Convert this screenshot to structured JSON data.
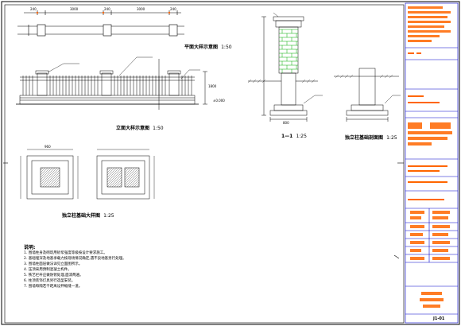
{
  "titles": {
    "plan": "平面大样示意图",
    "plan_scale": "1:50",
    "elevation": "立面大样示意图",
    "elevation_scale": "1:50",
    "section": "1—1",
    "section_scale": "1:25",
    "foundation": "独立柱基础剖面图",
    "foundation_scale": "1:25",
    "pier_plan": "独立柱基础大样图",
    "pier_plan_scale": "1:25"
  },
  "dims": {
    "plan": [
      "240",
      "3000",
      "240",
      "3000",
      "240"
    ],
    "elev_h": "1800",
    "elev_grade": "±0.000",
    "section_w": "800",
    "pier_w": "960"
  },
  "notes": {
    "heading": "说明:",
    "items": [
      "1. 围墙柱身及砌筑用砂浆强度等级按设计要求施工。",
      "2. 基础埋深及地基承载力按现场情况确定,遇不良地基另行处理。",
      "3. 围墙柱面层做法详见立面图所示。",
      "4. 压顶采用预制混凝土构件。",
      "5. 铁艺栏杆应做防锈处理,面漆两遍。",
      "6. 柱顶装饰灯具另行选型安装。",
      "7. 围墙每隔若干距离设伸缩缝一道。"
    ]
  },
  "title_block": {
    "sheet_no": "J1-01"
  },
  "colors": {
    "line": "#000000",
    "accent": "#ff6600",
    "frame": "#0000cc",
    "brick": "#00aa00",
    "dim": "#000000"
  }
}
